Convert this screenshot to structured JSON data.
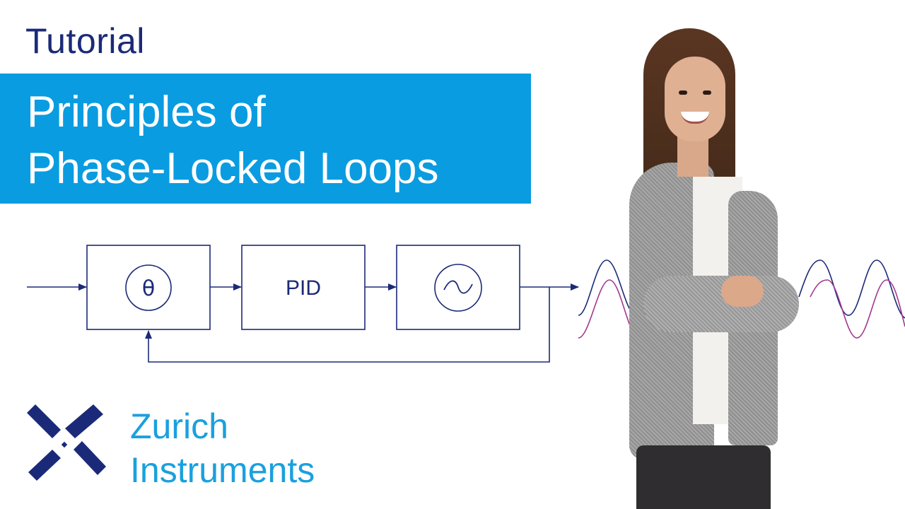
{
  "eyebrow": "Tutorial",
  "title": {
    "line1": "Principles of",
    "line2": "Phase-Locked Loops"
  },
  "diagram": {
    "blocks": [
      {
        "label": "θ",
        "kind": "phase-detector"
      },
      {
        "label": "PID",
        "kind": "controller"
      },
      {
        "label": "~",
        "kind": "oscillator"
      }
    ]
  },
  "brand": {
    "line1": "Zurich",
    "line2": "Instruments"
  },
  "colors": {
    "navy": "#1b2a78",
    "accent": "#0a9ce0",
    "brand_text": "#1aa0de",
    "wave_purple": "#a3368e"
  },
  "icons": {
    "logo": "zurich-instruments-x-logo-icon",
    "phase": "theta-icon",
    "oscillator": "sine-wave-icon"
  }
}
